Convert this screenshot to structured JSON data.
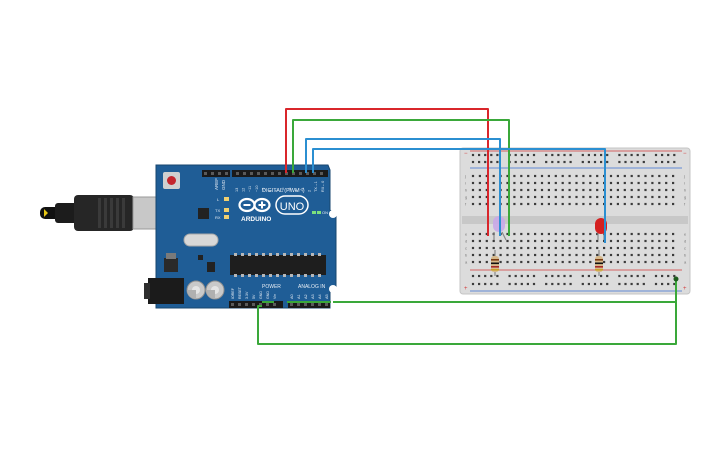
{
  "arduino": {
    "brand": "ARDUINO",
    "model": "UNO",
    "digital_header_label": "DIGITAL (PWM~)",
    "power_label": "POWER",
    "analog_label": "ANALOG IN",
    "on_label": "ON",
    "led_l_label": "L",
    "led_tx_label": "TX",
    "led_rx_label": "RX",
    "aref_label": "AREF",
    "gnd_label": "GND",
    "digital_pins": [
      "13",
      "12",
      "~11",
      "~10",
      "~9",
      "8",
      "7",
      "~6",
      "~5",
      "4",
      "~3",
      "2",
      "TX→1",
      "RX←0"
    ],
    "power_pins": [
      "IOREF",
      "RESET",
      "3.3V",
      "5V",
      "GND",
      "GND",
      "Vin"
    ],
    "analog_pins": [
      "A0",
      "A1",
      "A2",
      "A3",
      "A4",
      "A5"
    ]
  },
  "breadboard": {
    "row_letters_top": [
      "j",
      "i",
      "h",
      "g",
      "f"
    ],
    "row_letters_bottom": [
      "e",
      "d",
      "c",
      "b",
      "a"
    ]
  },
  "components": {
    "led_left_color": "#c9a8e8",
    "led_right_color": "#d42020"
  },
  "wires": {
    "red": "#d9262b",
    "green": "#3aa83a",
    "blue": "#2b8fd1"
  }
}
